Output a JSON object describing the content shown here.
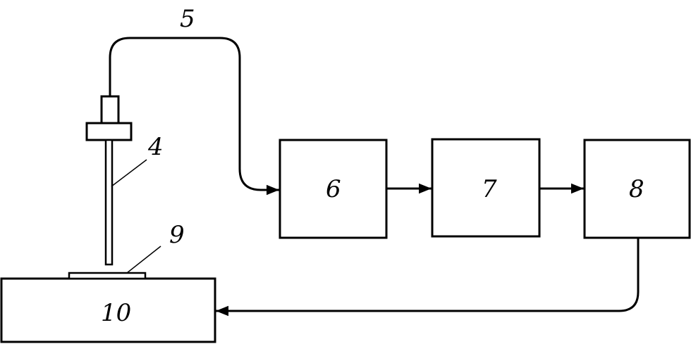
{
  "diagram": {
    "labels": {
      "fiber": "5",
      "probe": "4",
      "sample": "9",
      "stage": "10",
      "block_a": "6",
      "block_b": "7",
      "block_c": "8"
    },
    "colors": {
      "stroke": "#000000",
      "background": "#ffffff"
    },
    "connections": [
      {
        "from": "4",
        "to": "6",
        "via": "5"
      },
      {
        "from": "6",
        "to": "7"
      },
      {
        "from": "7",
        "to": "8"
      },
      {
        "from": "8",
        "to": "10"
      }
    ]
  }
}
